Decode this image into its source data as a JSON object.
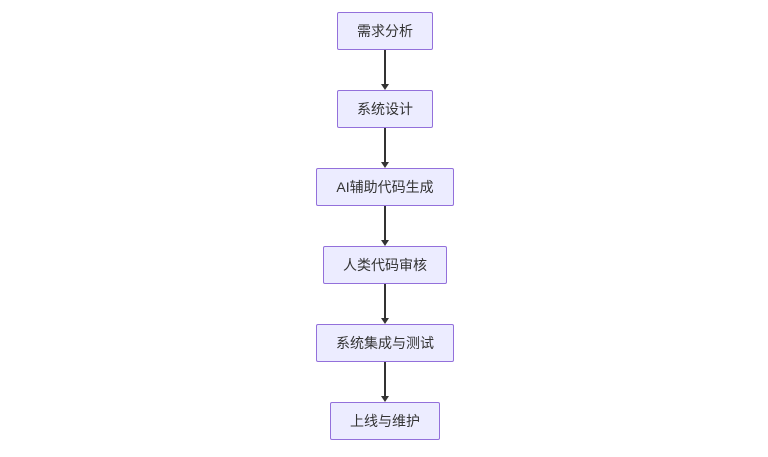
{
  "diagram": {
    "type": "flowchart",
    "direction": "top-down",
    "colors": {
      "background": "#ffffff",
      "node_fill": "#ECECFF",
      "node_border": "#9370DB",
      "node_text": "#333333",
      "arrow": "#333333"
    },
    "nodes": [
      {
        "label": "需求分析"
      },
      {
        "label": "系统设计"
      },
      {
        "label": "AI辅助代码生成"
      },
      {
        "label": "人类代码审核"
      },
      {
        "label": "系统集成与测试"
      },
      {
        "label": "上线与维护"
      }
    ],
    "edges": [
      {
        "from": 0,
        "to": 1
      },
      {
        "from": 1,
        "to": 2
      },
      {
        "from": 2,
        "to": 3
      },
      {
        "from": 3,
        "to": 4
      },
      {
        "from": 4,
        "to": 5
      }
    ]
  }
}
